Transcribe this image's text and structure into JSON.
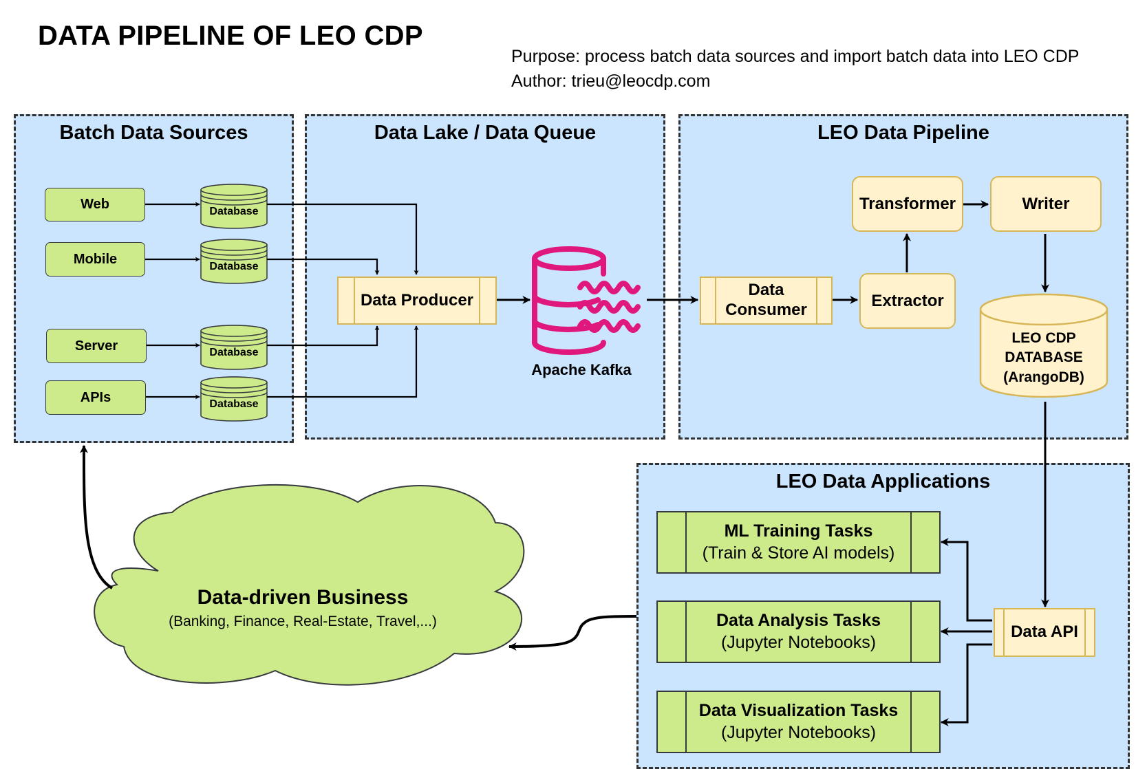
{
  "title": "DATA PIPELINE OF LEO CDP",
  "purpose": "Purpose: process batch data sources and import batch data into LEO CDP",
  "author": "Author: trieu@leocdp.com",
  "groups": {
    "batch_sources": "Batch Data Sources",
    "data_lake": "Data Lake / Data Queue",
    "pipeline": "LEO Data Pipeline",
    "applications": "LEO Data Applications"
  },
  "sources": [
    "Web",
    "Mobile",
    "Server",
    "APIs"
  ],
  "database_label": "Database",
  "data_producer": "Data Producer",
  "kafka": "Apache Kafka",
  "data_consumer": "Data Consumer",
  "extractor": "Extractor",
  "transformer": "Transformer",
  "writer": "Writer",
  "leo_db": [
    "LEO CDP",
    "DATABASE",
    "(ArangoDB)"
  ],
  "data_api": "Data API",
  "tasks": [
    {
      "name": "ML Training Tasks",
      "sub": "(Train & Store AI models)"
    },
    {
      "name": "Data Analysis Tasks",
      "sub": "(Jupyter Notebooks)"
    },
    {
      "name": "Data Visualization Tasks",
      "sub": "(Jupyter Notebooks)"
    }
  ],
  "business": {
    "title": "Data-driven Business",
    "sub": "(Banking, Finance, Real-Estate, Travel,...)"
  },
  "colors": {
    "group_fill": "#cce5ff",
    "green_fill": "#cdeb8b",
    "yellow_fill": "#fff2cc",
    "yellow_stroke": "#d6b656",
    "kafka": "#e0187e"
  }
}
